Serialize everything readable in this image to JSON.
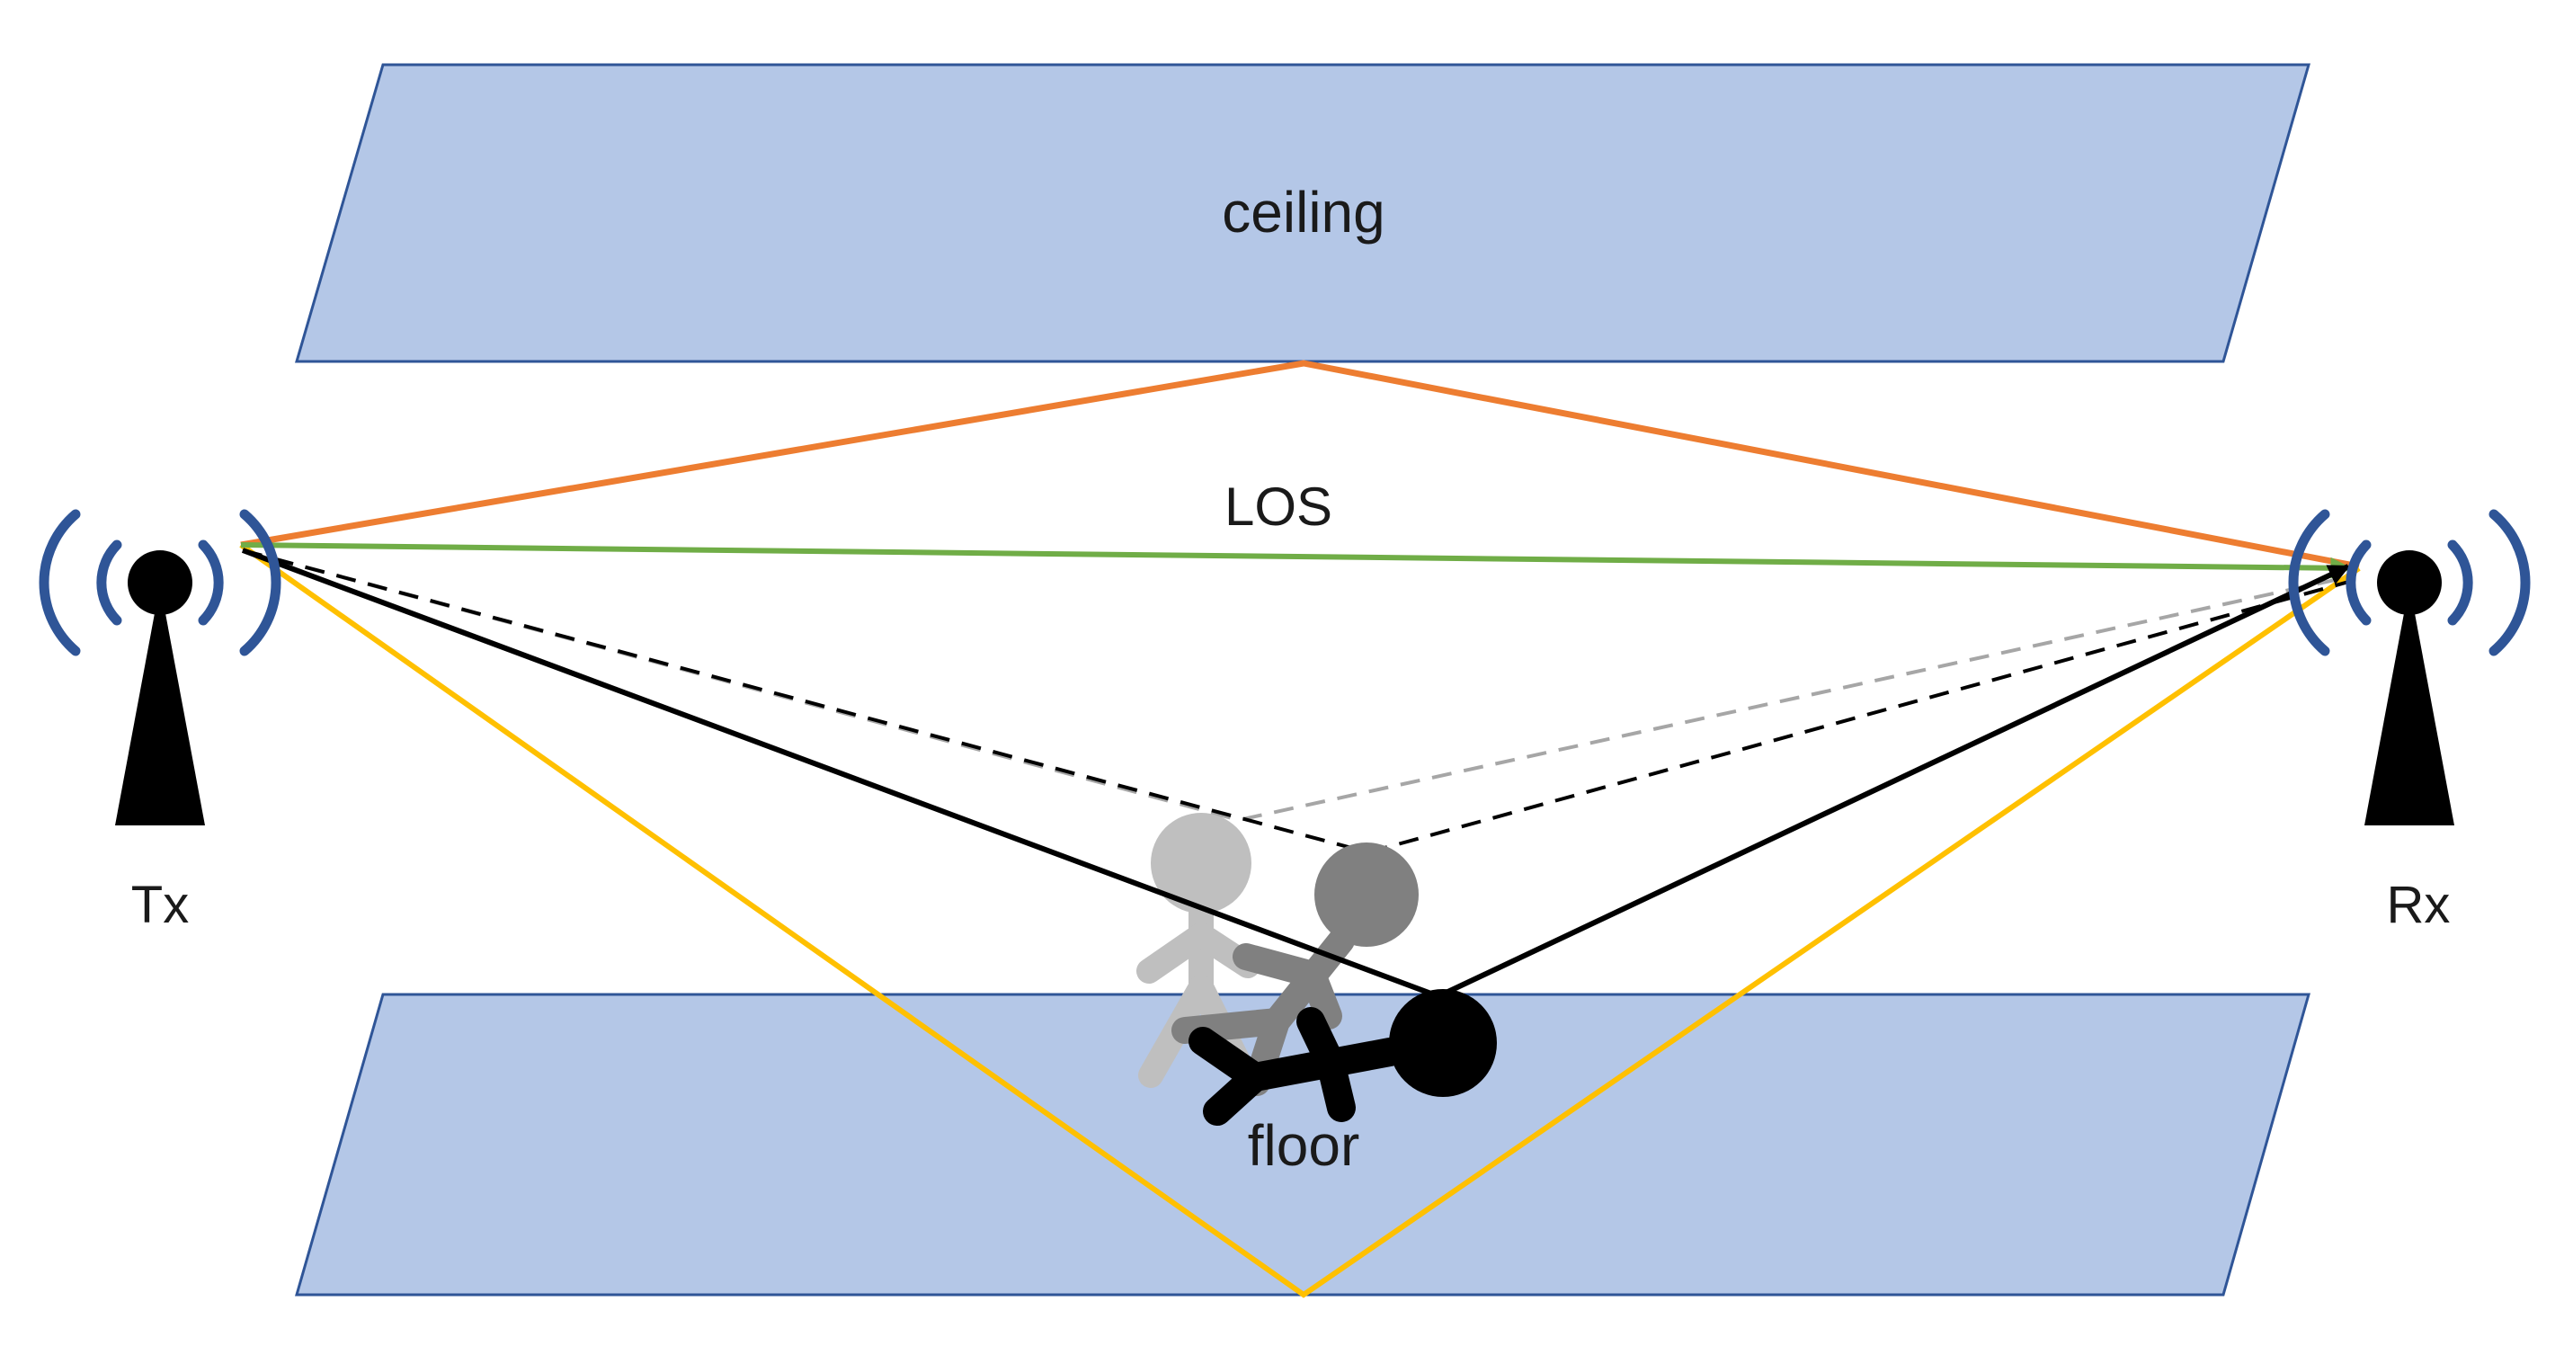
{
  "labels": {
    "ceiling": "ceiling",
    "floor": "floor",
    "los": "LOS",
    "tx": "Tx",
    "rx": "Rx"
  },
  "colors": {
    "surface_fill": "#b4c7e7",
    "surface_stroke": "#2f5597",
    "ceiling_path": "#ed7d31",
    "los_path": "#70ad47",
    "floor_path": "#ffc000",
    "human_path_solid": "#000000",
    "human_path_dashed_dark": "#000000",
    "human_path_dashed_light": "#a6a6a6",
    "antenna": "#000000",
    "radio_waves": "#2f5597",
    "person_light": "#bfbfbf",
    "person_mid": "#808080",
    "person_dark": "#000000"
  },
  "icons": {
    "tx": "antenna-icon",
    "rx": "antenna-icon",
    "waves": "radio-waves-icon",
    "person": "walking-person-icon"
  }
}
